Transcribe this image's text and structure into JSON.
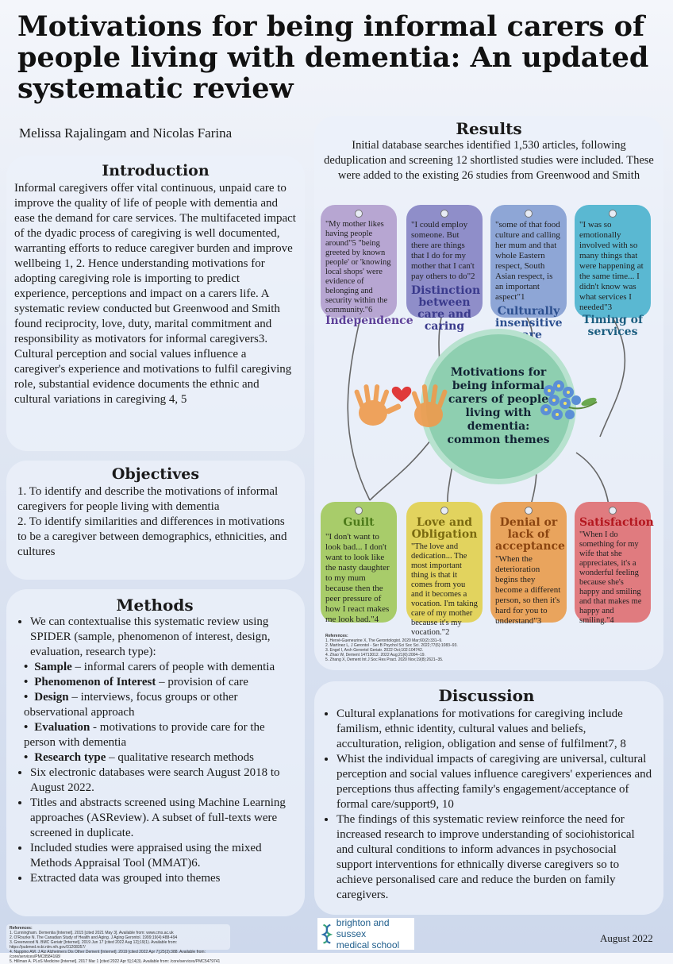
{
  "title": "Motivations for being informal carers of people living with dementia: An updated systematic review",
  "authors": "Melissa Rajalingam and Nicolas Farina",
  "introduction": {
    "heading": "Introduction",
    "body": "Informal caregivers offer vital continuous, unpaid care to improve the quality of life of people with dementia and ease the demand for care services. The multifaceted impact of the dyadic process of caregiving is well documented, warranting efforts to reduce caregiver burden and improve wellbeing 1, 2. Hence understanding motivations for adopting caregiving role is importing to predict experience, perceptions and impact on a carers life. A systematic review conducted but Greenwood and Smith found reciprocity, love, duty, marital commitment and responsibility as motivators for informal caregivers3. Cultural perception and social values influence a caregiver's experience and motivations to fulfil caregiving role, substantial evidence documents the ethnic and cultural variations in caregiving 4, 5"
  },
  "objectives": {
    "heading": "Objectives",
    "items": [
      "1. To identify and describe the motivations of informal caregivers for people living with dementia",
      "2. To identify similarities and differences in motivations to be a caregiver between demographics, ethnicities, and cultures"
    ]
  },
  "methods": {
    "heading": "Methods",
    "intro": "We can contextualise this systematic review using SPIDER (sample, phenomenon of interest, design, evaluation, research type):",
    "spider": [
      {
        "label": "Sample",
        "text": " – informal carers of people with dementia"
      },
      {
        "label": "Phenomenon of Interest",
        "text": " – provision of care"
      },
      {
        "label": "Design",
        "text": " – interviews, focus groups or other observational approach"
      },
      {
        "label": "Evaluation",
        "text": " - motivations to provide care for the person with dementia"
      },
      {
        "label": "Research type",
        "text": " – qualitative research methods"
      }
    ],
    "bullets": [
      "Six electronic databases were search August 2018 to August 2022.",
      "Titles and abstracts screened using Machine Learning approaches (ASReview). A subset of full-texts were screened in duplicate.",
      "Included studies were appraised using the mixed Methods Appraisal Tool (MMAT)6.",
      "Extracted data was grouped into themes"
    ]
  },
  "results": {
    "heading": "Results",
    "summary": "Initial database searches identified 1,530 articles, following deduplication and screening 12 shortlisted studies were included. These were added to the existing 26 studies from Greenwood and Smith",
    "center": "Motivations for being informal carers of people living with dementia: common themes",
    "themes_top": [
      {
        "title": "Independence",
        "quote": "\"My mother likes having people around\"5 \"being greeted by known people' or 'knowing local shops' were evidence of belonging and security within the community.\"6",
        "color": "#b7a6d2",
        "title_color": "#5d3f98"
      },
      {
        "title": "Distinction between care and caring",
        "quote": "\"I could employ someone. But there are things that I do for my mother that I can't pay others to do\"2",
        "color": "#8f8ec9",
        "title_color": "#3a3a8c"
      },
      {
        "title": "Culturally insensitive care",
        "quote": "\"some of that food culture and calling her mum and that whole Eastern respect, South Asian respect, is an important aspect\"1",
        "color": "#8ea6d6",
        "title_color": "#2c4f8f"
      },
      {
        "title": "Timing of services",
        "quote": "\"I was so emotionally involved with so many things that were happening at the same time... I didn't know was what services I needed\"3",
        "color": "#5ab8d2",
        "title_color": "#1c5e80"
      }
    ],
    "themes_bottom": [
      {
        "title": "Guilt",
        "quote": "\"I don't want to look bad... I don't want to look like the nasty daughter to my mum because then the peer pressure of how I react makes me look bad.\"4",
        "color": "#a8cc6a",
        "title_color": "#4c7a1a"
      },
      {
        "title": "Love and Obligation",
        "quote": "\"The love and dedication... The most important thing is that it comes from you and it becomes a vocation. I'm taking care of my mother because it's my vocation.\"2",
        "color": "#e2d35e",
        "title_color": "#7a6a10"
      },
      {
        "title": "Denial or lack of acceptance",
        "quote": "\"When the deterioration begins they become a different person, so then it's hard for you to understand\"3",
        "color": "#e9a45d",
        "title_color": "#8a4410"
      },
      {
        "title": "Satisfaction",
        "quote": "\"When I do something for my wife that she appreciates, it's a wonderful feeling because she's happy and smiling and that makes me happy and smiling.\"4",
        "color": "#e07b7f",
        "title_color": "#b3161e"
      }
    ],
    "refs_heading": "References:",
    "refs": [
      "1. Hervé-Gueneurine X, The Gerontologist. 2020 Mar;60(2):331–9.",
      "2. Martínez L, J Gerontol - Ser B Psychol Sci Soc Sci. 2022;77(6):1083–93.",
      "3. Engel I, Arch Gerontol Geriatr. 2022 Oct;102:104742.",
      "4. Zhao W, Dement 14713012. 2022 Aug;21(6):2004–19.",
      "5. Zhang X, Dement Int J Soc Res Pract. 2020 Nov;19(8):2621–35."
    ]
  },
  "discussion": {
    "heading": "Discussion",
    "bullets": [
      "Cultural explanations for motivations for caregiving include familism, ethnic identity, cultural values and beliefs, acculturation, religion, obligation and sense of fulfilment7, 8",
      "Whist the individual impacts of caregiving are universal, cultural perception and social values influence caregivers' experiences and perceptions thus affecting family's engagement/acceptance of formal care/support9, 10",
      "The findings of this systematic review reinforce the need for increased research to improve understanding of sociohistorical and cultural conditions to inform advances in psychosocial support interventions for ethnically diverse caregivers so to achieve personalised care and reduce the burden on family caregivers."
    ]
  },
  "footer": {
    "refs_heading": "References:",
    "refs": [
      "1. Cunningham. Dementia [Internet]. 2015 [cited 2021 May 3]. Available from: www.cms.ac.uk",
      "2. O'Rourke N. The Canadian Study of Health and Aging. J Aging Gerontol. 1999;19(4):488-494",
      "3. Greenwood N. BMC Geriatr [Internet]. 2019 Jun 17 [cited 2022 Aug 12];19(1). Available from: https://pubmed.ncbi.nlm.nih.gov/31208357/",
      "4. Nappino AM. J Alz Alzheimers Dis Other Dement [Internet]. 2019 [cited 2022 Apr 7];25(3):388. Available from: /core/services/PMC8584168/",
      "5. Hillman A. PLoS Medicine [Internet]. 2017 Mar 1 [cited 2022 Apr 5];14(3). Available from: /core/services/PMC5479741"
    ],
    "logo_line1": "brighton and sussex",
    "logo_line2": "medical school",
    "date": "August 2022"
  },
  "colors": {
    "center_circle": "#8ecfb0",
    "circle_border": "#b8e2cf",
    "string": "#666666"
  }
}
